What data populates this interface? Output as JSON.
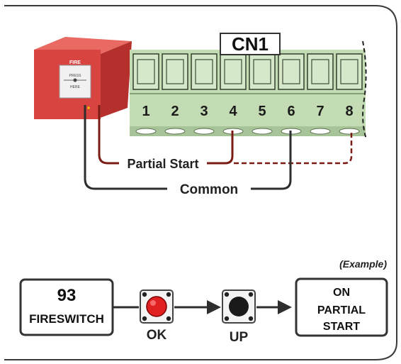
{
  "connector": {
    "title": "CN1",
    "terminals": [
      "1",
      "2",
      "3",
      "4",
      "5",
      "6",
      "7",
      "8"
    ]
  },
  "fire_alarm": {
    "label": "FIRE",
    "instruction_line1": "PRESS",
    "instruction_line2": "HERE"
  },
  "wiring": {
    "partial_start_label": "Partial Start",
    "common_label": "Common"
  },
  "sequence": {
    "example_label": "(Example)",
    "start_box": {
      "line1": "93",
      "line2": "FIRESWITCH"
    },
    "ok_button_label": "OK",
    "up_button_label": "UP",
    "end_box": {
      "line1": "ON",
      "line2": "PARTIAL",
      "line3": "START"
    }
  },
  "colors": {
    "frame": "#3a3a3a",
    "alarm_red": "#d8443f",
    "terminal_green": "#c3dcb4",
    "wire_brown": "#7a1c14",
    "wire_dark": "#2e2e2e",
    "ok_button": "#e02020",
    "up_button": "#1a1a1a"
  }
}
